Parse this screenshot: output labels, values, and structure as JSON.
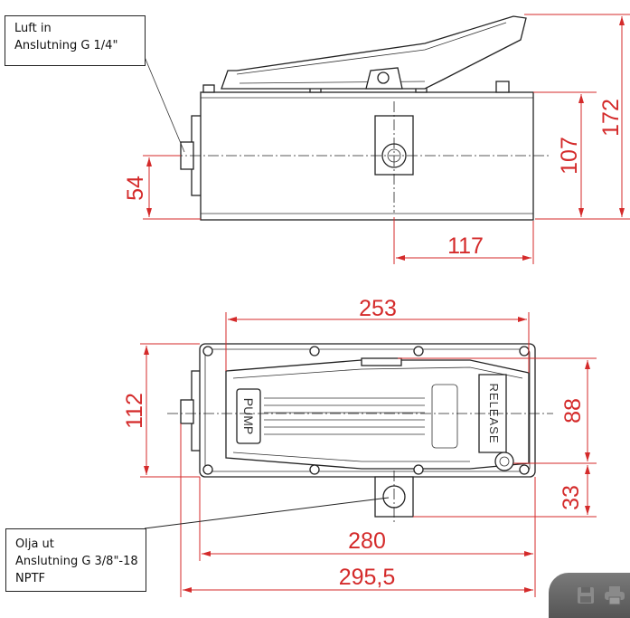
{
  "labels": {
    "air_in": {
      "line1": "Luft in",
      "line2": "Anslutning G 1/4\""
    },
    "oil_out": {
      "line1": "Olja ut",
      "line2": "Anslutning G 3/8\"-18",
      "line3": "NPTF"
    }
  },
  "side_view": {
    "dimensions": {
      "height_total": "172",
      "height_body": "107",
      "inlet_height": "54",
      "outlet_offset": "117"
    }
  },
  "top_view": {
    "pedal_text_pump": "PUMP",
    "pedal_text_release": "RELEASE",
    "dimensions": {
      "pedal_length": "253",
      "width": "112",
      "pedal_width": "88",
      "outlet_offset": "33",
      "length_body": "280",
      "length_total": "295,5"
    }
  },
  "toolbar": {
    "save_icon": "save-icon",
    "print_icon": "print-icon"
  },
  "colors": {
    "dimension": "#d42a2a"
  }
}
